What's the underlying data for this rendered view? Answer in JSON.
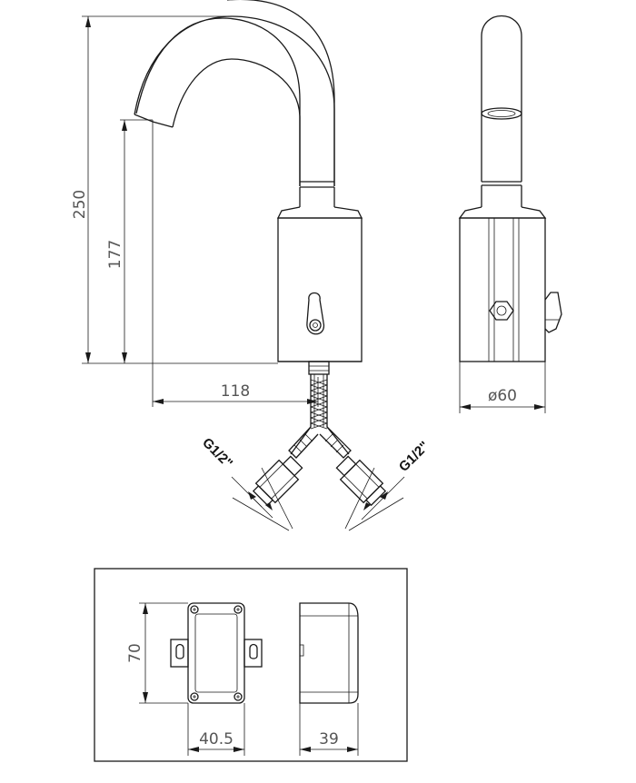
{
  "dimensions": {
    "height_total": "250",
    "height_spout": "177",
    "spout_reach": "118",
    "body_diameter": "ø60",
    "box_height": "70",
    "box_width": "40.5",
    "box_depth": "39"
  },
  "threads": {
    "left": "G1/2\"",
    "right": "G1/2\""
  }
}
